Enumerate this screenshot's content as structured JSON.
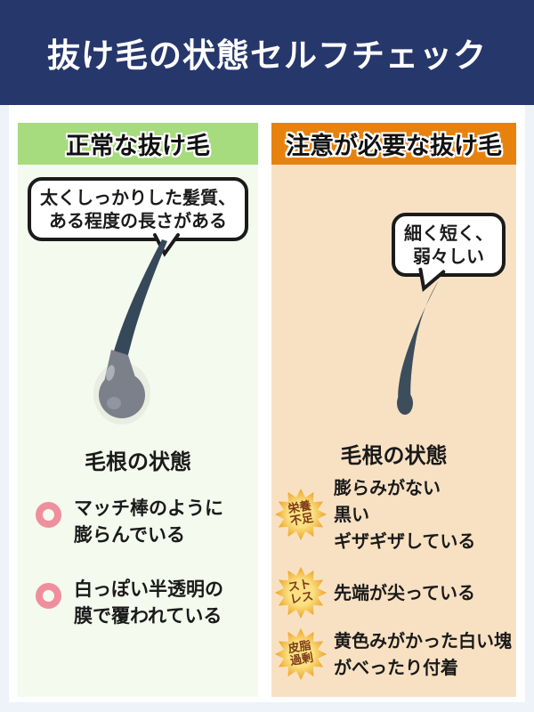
{
  "banner": {
    "title": "抜け毛の状態セルフチェック"
  },
  "colors": {
    "banner_navy": "#26376b",
    "normal_green": "#a6db7e",
    "warning_orange": "#e8820e",
    "peach_bg": "#f8e1c3",
    "pale_green_bg": "#f4faee",
    "check_ring_pink": "#ef8f9e",
    "badge_yellow": "#eda021",
    "hair_slate": "#37495a"
  },
  "left_panel": {
    "title": "正常な抜け毛",
    "bubble": [
      "太くしっかりした髪質、",
      "ある程度の長さがある"
    ],
    "section_title": "毛根の状態",
    "checks": [
      {
        "line1": "マッチ棒のように",
        "line2": "膨らんでいる"
      },
      {
        "line1": "白っぽい半透明の",
        "line2": "膜で覆われている"
      }
    ]
  },
  "right_panel": {
    "title": "注意が必要な抜け毛",
    "bubble": [
      "細く短く、",
      "弱々しい"
    ],
    "section_title": "毛根の状態",
    "warnings": [
      {
        "badge_line1": "栄養",
        "badge_line2": "不足",
        "lines": [
          "膨らみがない",
          "黒い",
          "ギザギザしている"
        ]
      },
      {
        "badge_line1": "スト",
        "badge_line2": "レス",
        "lines": [
          "先端が尖っている"
        ]
      },
      {
        "badge_line1": "皮脂",
        "badge_line2": "過剰",
        "lines": [
          "黄色みがかった白い塊",
          "がべったり付着"
        ]
      }
    ]
  }
}
